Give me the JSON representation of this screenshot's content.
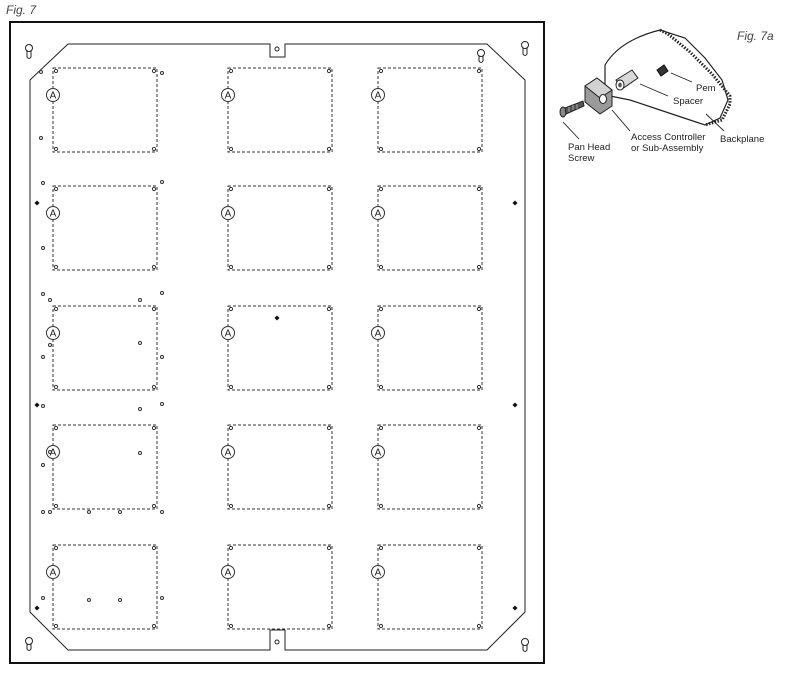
{
  "figure_main": {
    "label": "Fig. 7"
  },
  "figure_detail": {
    "label": "Fig. 7a"
  },
  "mount_marker": "A",
  "grid": {
    "rows": 5,
    "columns": 3
  },
  "callouts": {
    "pem": "Pem",
    "spacer": "Spacer",
    "access_controller_line1": "Access Controller",
    "access_controller_line2": "or Sub-Assembly",
    "backplane": "Backplane",
    "pan_head_line1": "Pan Head",
    "pan_head_line2": "Screw"
  }
}
